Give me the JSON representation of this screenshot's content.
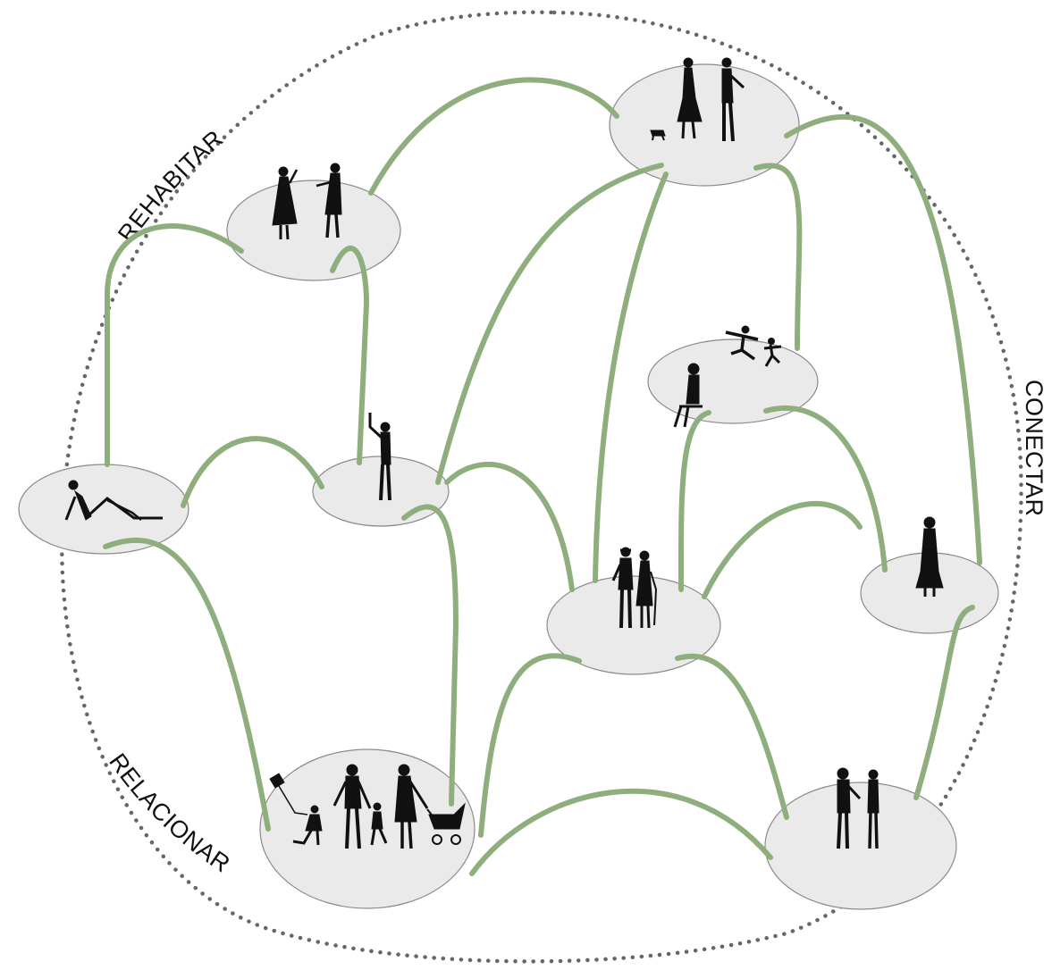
{
  "labels": {
    "rehabitar": "REHABITAR",
    "conectar": "CONECTAR",
    "relacionar": "RELACIONAR"
  },
  "nodes": [
    {
      "id": "couple-with-dog",
      "icon": "walking-couple-with-dog-icon"
    },
    {
      "id": "two-talking",
      "icon": "two-people-talking-icon"
    },
    {
      "id": "playing-kids",
      "icon": "seated-person-and-playing-kids-icon"
    },
    {
      "id": "reclining-person",
      "icon": "reclining-person-icon"
    },
    {
      "id": "waving-person",
      "icon": "waving-person-icon"
    },
    {
      "id": "elderly-couple",
      "icon": "elderly-couple-icon"
    },
    {
      "id": "standing-woman",
      "icon": "standing-woman-icon"
    },
    {
      "id": "family",
      "icon": "family-with-stroller-icon"
    },
    {
      "id": "two-standing",
      "icon": "two-standing-people-icon"
    }
  ],
  "colors": {
    "link": "#8fae7e",
    "node_fill": "#e9eae9",
    "boundary": "#666666",
    "figure": "#111111"
  }
}
